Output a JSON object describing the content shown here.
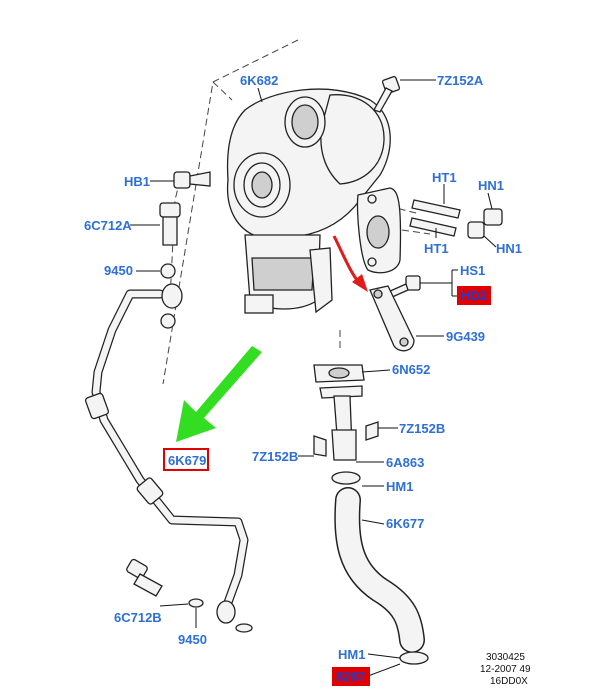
{
  "colors": {
    "label": "#2e6fd8",
    "highlight_fill": "#e00000",
    "highlight_border": "#e00000",
    "highlight_text": "#1a3fd0",
    "arrow_green": "#33dd22",
    "arrow_red": "#e01b1b"
  },
  "labels": {
    "turbocharger": "6K682",
    "bolt_top": "7Z152A",
    "hollow_bolt_hb1": "HB1",
    "stud_ht1_top": "HT1",
    "nut_hn1_top": "HN1",
    "bolt_6c712a": "6C712A",
    "stud_ht1_bottom": "HT1",
    "nut_hn1_bottom": "HN1",
    "washer_9450_top": "9450",
    "screw_hs1": "HS1",
    "part_hidden_top": "HD2",
    "bracket_9g439": "9G439",
    "gasket_6n652": "6N652",
    "oil_feed_pipe": "6K679",
    "bolt_7z152b_right": "7Z152B",
    "bolt_7z152b_left": "7Z152B",
    "oil_return_tube": "6A863",
    "clamp_hm1_top": "HM1",
    "hose_6k677": "6K677",
    "bolt_6c712b": "6C712B",
    "washer_9450_bottom": "9450",
    "clamp_hm1_bottom": "HM1",
    "part_hidden_bottom": "8287"
  },
  "reference": {
    "number": "3030425",
    "date": "12-2007 49",
    "code": "16DD0X"
  }
}
